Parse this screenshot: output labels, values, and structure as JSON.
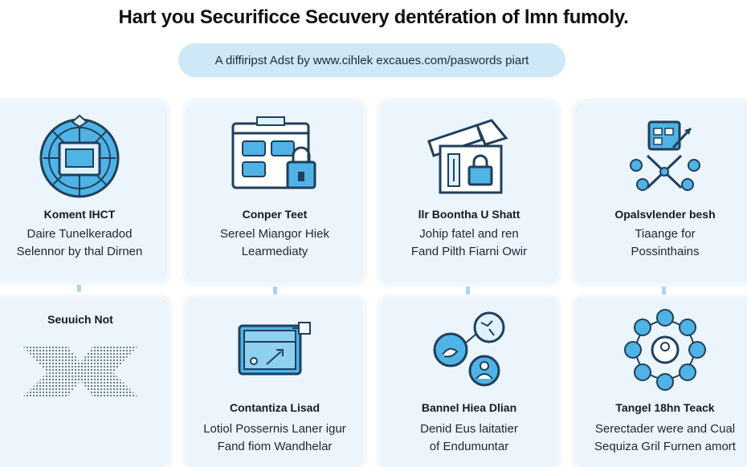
{
  "title": "Hart you Securificce Secuvery dentération of lmn fumoly.",
  "banner": "A diffiripst Adst ɓy www.cihlek excaues.com/paswords piart",
  "colors": {
    "accent": "#4fb3e6",
    "stroke": "#1f3f5c",
    "card": "#ecf5fb",
    "pill": "#cfe8f7"
  },
  "cards": [
    {
      "icon": "shield-chip-icon",
      "title": "Koment IHCT",
      "desc": [
        "Daire Tunelkeradod",
        "Selennor by thal Dirnen"
      ]
    },
    {
      "icon": "safe-lock-icon",
      "title": "Conper Teet",
      "desc": [
        "Sereel Miangor Hiek",
        "Learmediaty"
      ]
    },
    {
      "icon": "locked-box-icon",
      "title": "llr Boontha U Shatt",
      "desc": [
        "Johip fatel and ren",
        "Fand Pilth Fiarni Owir"
      ]
    },
    {
      "icon": "network-tree-icon",
      "title": "Opalsvlender besh",
      "desc": [
        "Tiaange for",
        "Possinthains"
      ]
    },
    {
      "icon": "circuit-mesh-icon",
      "title": "Seuuich Not",
      "desc": []
    },
    {
      "icon": "control-panel-icon",
      "title": "Contantiza Lisad",
      "desc": [
        "Lotiol Possernis Laner igur",
        "Fand fiom Wandhelar"
      ]
    },
    {
      "icon": "person-nodes-icon",
      "title": "Bannel Hiea Dlian",
      "desc": [
        "Denid Eus laitatier",
        "of Endumuntar"
      ]
    },
    {
      "icon": "hub-ring-icon",
      "title": "Tangel 18hn Teack",
      "desc": [
        "Serectader were and Cual",
        "Sequiza Gril Furnen amort"
      ]
    }
  ]
}
